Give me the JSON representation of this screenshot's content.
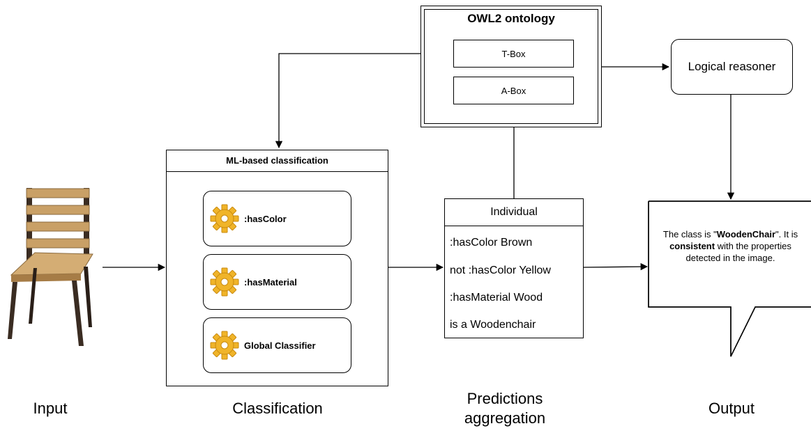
{
  "ontology": {
    "title": "OWL2 ontology",
    "tbox_label": "T-Box",
    "abox_label": "A-Box"
  },
  "reasoner": {
    "label": "Logical reasoner"
  },
  "classification": {
    "title": "ML-based classification",
    "classifiers": [
      {
        "label": ":hasColor",
        "icon": "gear-icon"
      },
      {
        "label": ":hasMaterial",
        "icon": "gear-icon"
      },
      {
        "label": "Global Classifier",
        "icon": "gear-icon"
      }
    ]
  },
  "individual": {
    "title": "Individual",
    "rows": [
      ":hasColor Brown",
      "not :hasColor Yellow",
      ":hasMaterial Wood",
      "is a Woodenchair"
    ]
  },
  "output": {
    "text_1": "The class is \"",
    "class_name": "WoodenChair",
    "text_2": "\". It is ",
    "consistency": "consistent",
    "text_3": " with the properties detected in the image."
  },
  "captions": {
    "input": "Input",
    "classification": "Classification",
    "aggregation_line1": "Predictions",
    "aggregation_line2": "aggregation",
    "output": "Output"
  },
  "colors": {
    "gear": "#f0b429",
    "gear_shade": "#c88a10",
    "wood": "#c9a066",
    "wood_dark": "#8a6a3e",
    "legs": "#3a2c22"
  }
}
